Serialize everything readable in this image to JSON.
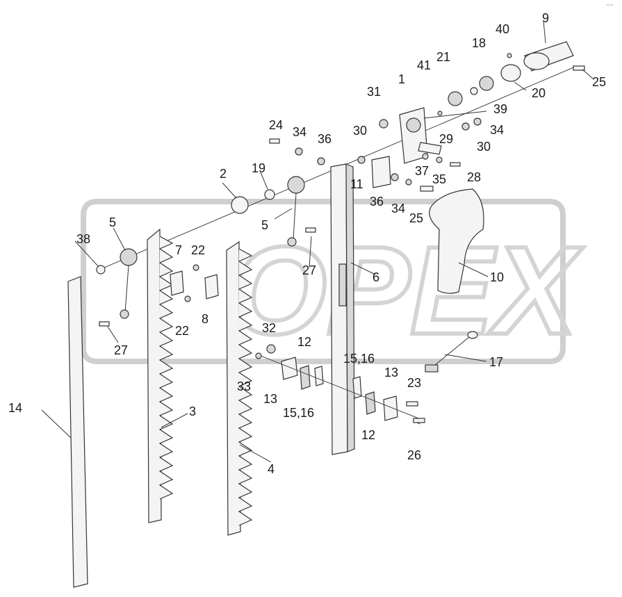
{
  "watermark": {
    "text": "OPEX",
    "color": "#d0d0d0"
  },
  "corner_mark": "~~",
  "callouts": [
    {
      "id": "c1",
      "text": "1"
    },
    {
      "id": "c2",
      "text": "2"
    },
    {
      "id": "c3",
      "text": "3"
    },
    {
      "id": "c4",
      "text": "4"
    },
    {
      "id": "c5a",
      "text": "5"
    },
    {
      "id": "c5b",
      "text": "5"
    },
    {
      "id": "c6",
      "text": "6"
    },
    {
      "id": "c7",
      "text": "7"
    },
    {
      "id": "c8",
      "text": "8"
    },
    {
      "id": "c9",
      "text": "9"
    },
    {
      "id": "c10",
      "text": "10"
    },
    {
      "id": "c11",
      "text": "11"
    },
    {
      "id": "c12a",
      "text": "12"
    },
    {
      "id": "c12b",
      "text": "12"
    },
    {
      "id": "c13a",
      "text": "13"
    },
    {
      "id": "c13b",
      "text": "13"
    },
    {
      "id": "c14",
      "text": "14"
    },
    {
      "id": "c1516a",
      "text": "15,16"
    },
    {
      "id": "c1516b",
      "text": "15,16"
    },
    {
      "id": "c17",
      "text": "17"
    },
    {
      "id": "c18",
      "text": "18"
    },
    {
      "id": "c19",
      "text": "19"
    },
    {
      "id": "c20",
      "text": "20"
    },
    {
      "id": "c21",
      "text": "21"
    },
    {
      "id": "c22a",
      "text": "22"
    },
    {
      "id": "c22b",
      "text": "22"
    },
    {
      "id": "c23",
      "text": "23"
    },
    {
      "id": "c24",
      "text": "24"
    },
    {
      "id": "c25a",
      "text": "25"
    },
    {
      "id": "c25b",
      "text": "25"
    },
    {
      "id": "c26",
      "text": "26"
    },
    {
      "id": "c27a",
      "text": "27"
    },
    {
      "id": "c27b",
      "text": "27"
    },
    {
      "id": "c28",
      "text": "28"
    },
    {
      "id": "c29",
      "text": "29"
    },
    {
      "id": "c30a",
      "text": "30"
    },
    {
      "id": "c30b",
      "text": "30"
    },
    {
      "id": "c31",
      "text": "31"
    },
    {
      "id": "c32",
      "text": "32"
    },
    {
      "id": "c33",
      "text": "33"
    },
    {
      "id": "c34a",
      "text": "34"
    },
    {
      "id": "c34b",
      "text": "34"
    },
    {
      "id": "c34c",
      "text": "34"
    },
    {
      "id": "c35",
      "text": "35"
    },
    {
      "id": "c36a",
      "text": "36"
    },
    {
      "id": "c36b",
      "text": "36"
    },
    {
      "id": "c37",
      "text": "37"
    },
    {
      "id": "c38",
      "text": "38"
    },
    {
      "id": "c39",
      "text": "39"
    },
    {
      "id": "c40",
      "text": "40"
    },
    {
      "id": "c41",
      "text": "41"
    }
  ]
}
